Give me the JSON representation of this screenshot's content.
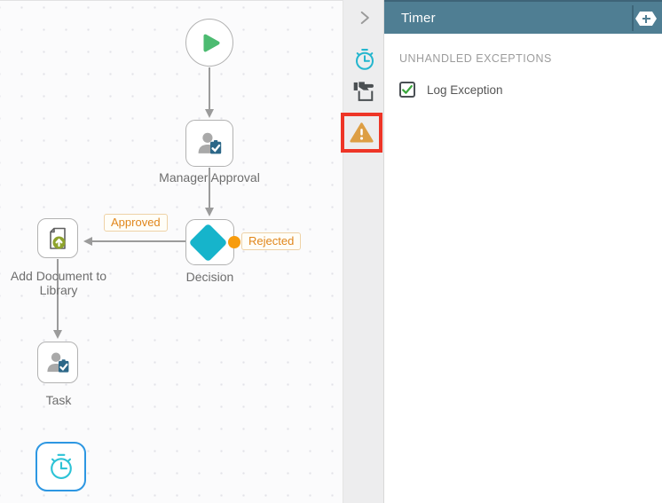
{
  "panel": {
    "title": "Timer",
    "section_title": "UNHANDLED EXCEPTIONS",
    "log_exception": {
      "label": "Log Exception",
      "checked": true
    },
    "add_button_icon": "plus-hexagon-icon"
  },
  "sidebar": {
    "collapse_icon": "chevron-right-icon",
    "tools": [
      {
        "name": "timer",
        "icon": "stopwatch-icon"
      },
      {
        "name": "wizard",
        "icon": "hand-box-icon"
      },
      {
        "name": "errors",
        "icon": "warning-triangle-icon",
        "highlighted": true
      }
    ]
  },
  "workflow": {
    "nodes": {
      "start": {
        "type": "start",
        "icon": "play-icon",
        "label": ""
      },
      "manager_approval": {
        "type": "task",
        "icon": "user-task-icon",
        "label": "Manager Approval"
      },
      "decision": {
        "type": "decision",
        "icon": "diamond-icon",
        "label": "Decision"
      },
      "add_document": {
        "type": "document",
        "icon": "document-upload-icon",
        "label": "Add Document to Library"
      },
      "task": {
        "type": "task",
        "icon": "user-task-icon",
        "label": "Task"
      },
      "timer": {
        "type": "timer",
        "icon": "stopwatch-icon",
        "label": "",
        "selected": true
      }
    },
    "edge_labels": {
      "approved": "Approved",
      "rejected": "Rejected"
    }
  },
  "colors": {
    "panel_header": "#4f7e93",
    "accent_teal": "#16b4cb",
    "start_green": "#4cbb71",
    "connector_orange": "#f79c0e",
    "chip_text_orange": "#e0861b",
    "warning_orange": "#dd9e44",
    "highlight_red": "#ee3527",
    "document_olive": "#8ea32c",
    "selection_blue": "#2d97e2",
    "checkbox_check_green": "#3aa63c"
  }
}
